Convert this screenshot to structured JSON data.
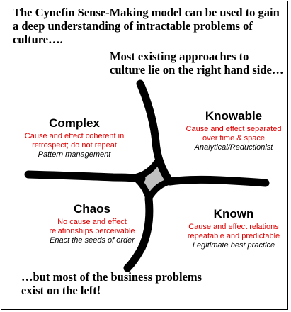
{
  "intro_text": "The Cynefin Sense-Making model can be used to gain a deep understanding of intractable problems of culture….",
  "right_side_note": "Most existing approaches to culture lie on the right hand side…",
  "left_side_note": "…but most of the business problems exist on the left!",
  "quadrants": {
    "complex": {
      "title": "Complex",
      "description": "Cause and effect coherent in retrospect; do not repeat",
      "approach": "Pattern management"
    },
    "knowable": {
      "title": "Knowable",
      "description": "Cause and effect separated over time & space",
      "approach": "Analytical/Reductionist"
    },
    "chaos": {
      "title": "Chaos",
      "description": "No cause and effect relationships perceivable",
      "approach": "Enact the seeds of order"
    },
    "known": {
      "title": "Known",
      "description": "Cause and effect relations repeatable and predictable",
      "approach": "Legitimate best practice"
    }
  },
  "colors": {
    "description_text": "#e00000",
    "center_fill": "#c0c0c0",
    "lines": "#000000"
  }
}
